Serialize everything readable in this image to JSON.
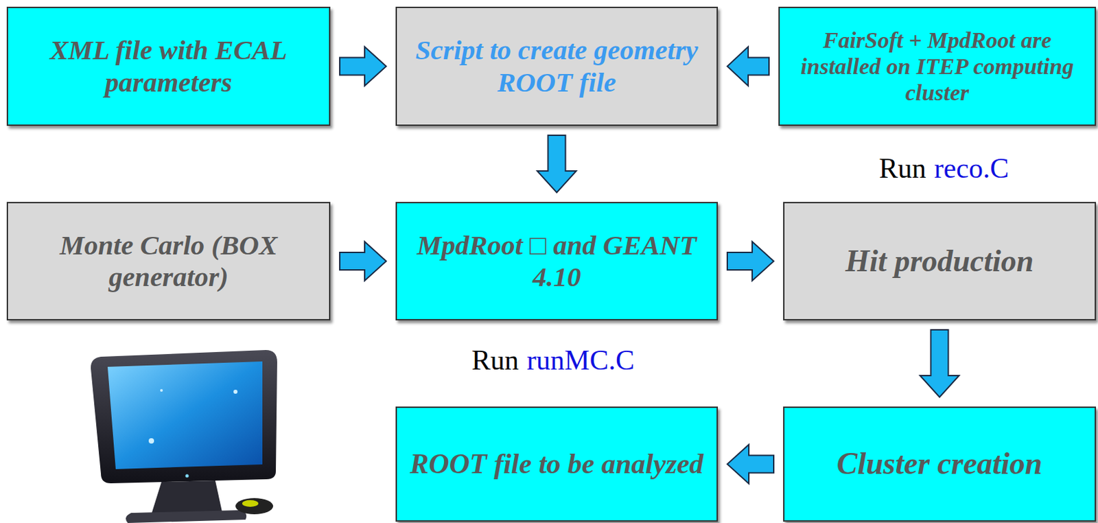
{
  "diagram": {
    "nodes": [
      {
        "text": [
          "XML file with ECAL parameters"
        ]
      },
      {
        "text": [
          "Script to create geometry ROOT file"
        ]
      },
      {
        "text": [
          "FairSoft + MpdRoot are installed on ITEP computing cluster"
        ]
      },
      {
        "text": [
          "Monte Carlo (BOX generator)"
        ]
      },
      {
        "text": [
          "MpdRoot □ and GEANT 4.10"
        ]
      },
      {
        "text": [
          "Hit production"
        ]
      },
      {
        "text": [
          "ROOT file to be analyzed"
        ]
      },
      {
        "text": [
          "Cluster creation"
        ]
      }
    ],
    "edges": [
      {
        "from": 0,
        "to": 1,
        "arrow": "to"
      },
      {
        "from": 2,
        "to": 1,
        "arrow": "to"
      },
      {
        "from": 1,
        "to": 4,
        "arrow": "to"
      },
      {
        "from": 3,
        "to": 4,
        "arrow": "to"
      },
      {
        "from": 4,
        "to": 5,
        "arrow": "to"
      },
      {
        "from": 5,
        "to": 7,
        "arrow": "to"
      },
      {
        "from": 7,
        "to": 6,
        "arrow": "to"
      }
    ],
    "labels": [
      "Run",
      "reco.C",
      "Run",
      "runMC.C"
    ]
  }
}
